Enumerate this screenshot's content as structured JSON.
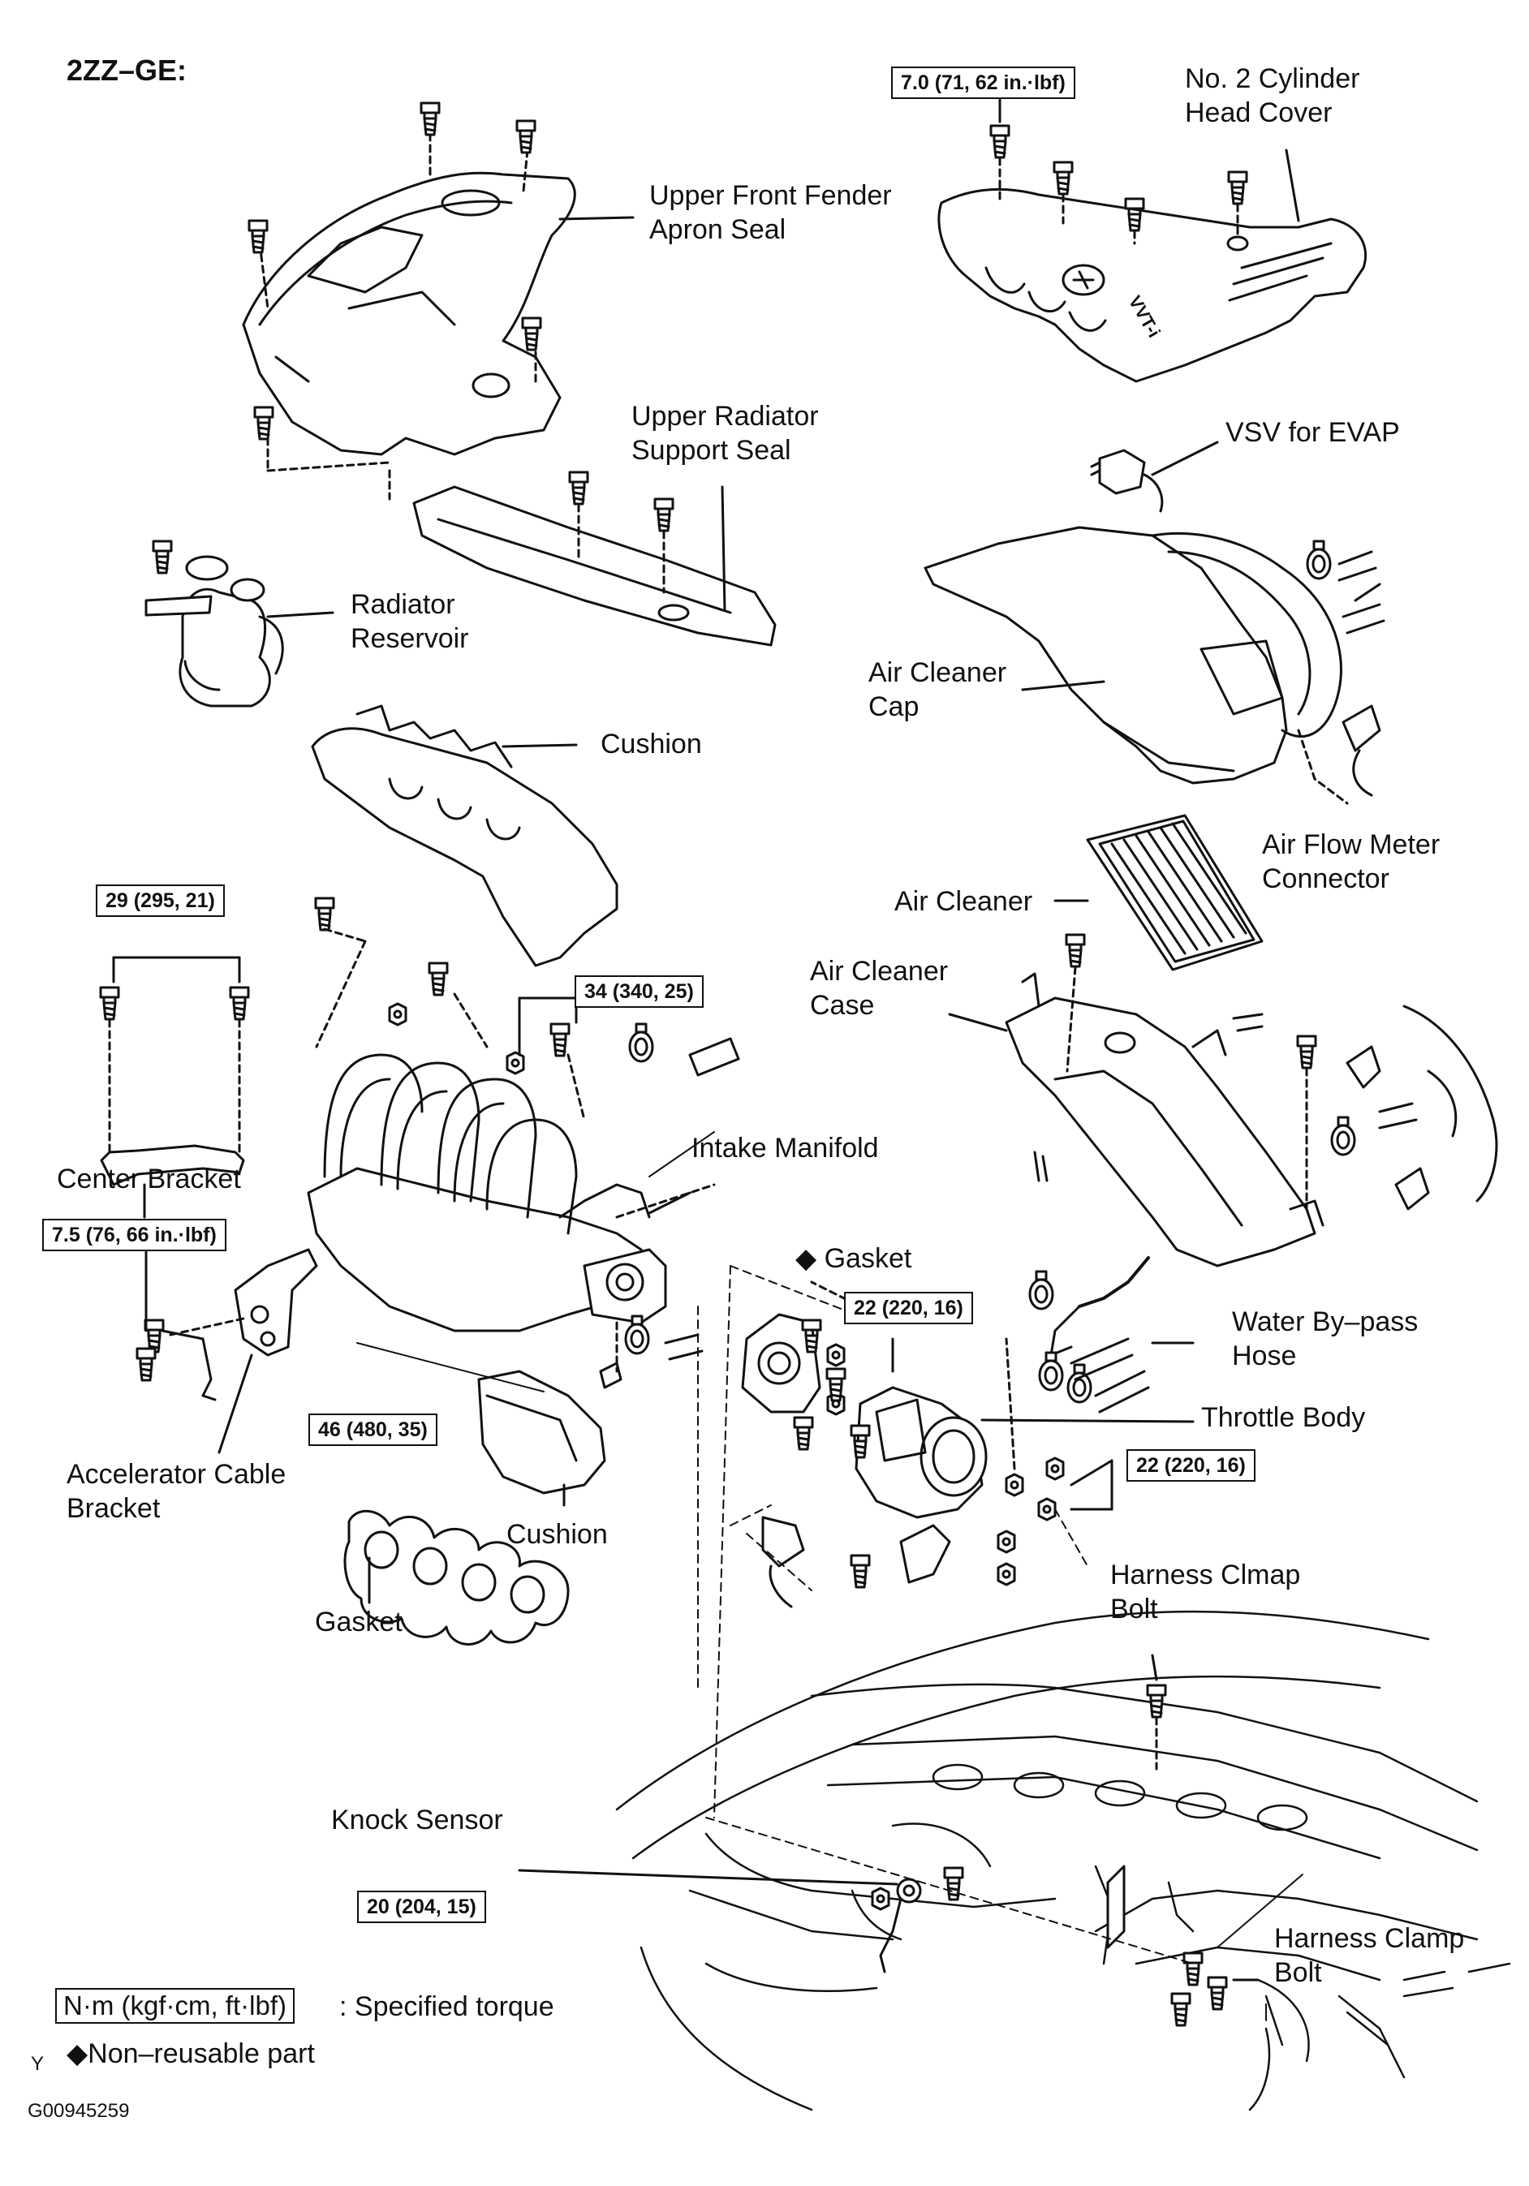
{
  "title": "2ZZ–GE:",
  "labels": {
    "upper_front_fender_apron_seal": "Upper Front Fender\nApron Seal",
    "no2_cylinder_head_cover": "No. 2 Cylinder\nHead Cover",
    "upper_radiator_support_seal": "Upper Radiator\nSupport Seal",
    "vsv_for_evap": "VSV for EVAP",
    "radiator_reservoir": "Radiator\nReservoir",
    "air_cleaner_cap": "Air Cleaner\nCap",
    "cushion_top": "Cushion",
    "air_flow_meter_connector": "Air Flow Meter\nConnector",
    "air_cleaner": "Air Cleaner",
    "air_cleaner_case": "Air Cleaner\nCase",
    "center_bracket": "Center Bracket",
    "intake_manifold": "Intake Manifold",
    "gasket_nonreusable": "◆ Gasket",
    "water_bypass_hose": "Water By–pass\nHose",
    "throttle_body": "Throttle Body",
    "accelerator_cable_bracket": "Accelerator Cable\nBracket",
    "cushion_bottom": "Cushion",
    "gasket": "Gasket",
    "harness_clmap_bolt": "Harness Clmap\nBolt",
    "knock_sensor": "Knock Sensor",
    "harness_clamp_bolt": "Harness Clamp\nBolt"
  },
  "torques": {
    "t_7_0": "7.0 (71, 62 in.·lbf)",
    "t_29": "29 (295, 21)",
    "t_34": "34 (340, 25)",
    "t_7_5": "7.5 (76, 66 in.·lbf)",
    "t_22a": "22 (220, 16)",
    "t_22b": "22 (220, 16)",
    "t_46": "46 (480, 35)",
    "t_20": "20 (204, 15)"
  },
  "legend": {
    "unit": "N·m (kgf·cm, ft·lbf)",
    "unit_desc": ": Specified torque",
    "nonreusable": "◆Non–reusable part"
  },
  "footer": {
    "y_mark": "Y",
    "figure_code": "G00945259"
  },
  "emblem_text": "VVT-i"
}
